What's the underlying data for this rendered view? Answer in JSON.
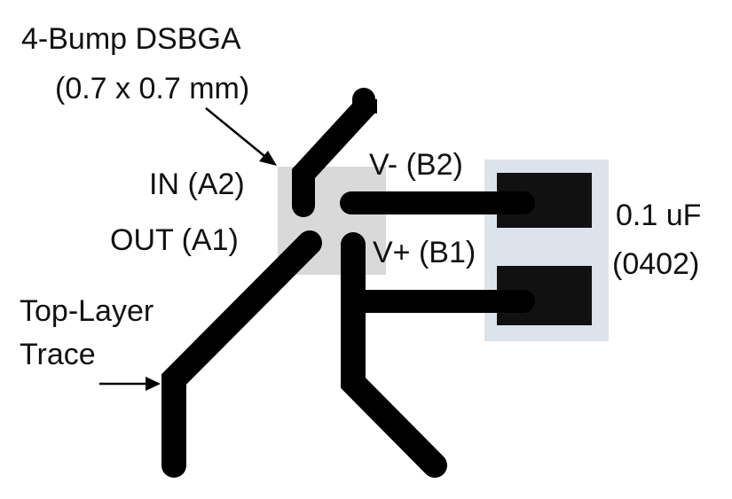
{
  "package_label": {
    "line1": "4-Bump DSBGA",
    "line2": "(0.7 x 0.7 mm)"
  },
  "pins": {
    "in": "IN (A2)",
    "out": "OUT (A1)",
    "vminus": "V- (B2)",
    "vplus": "V+ (B1)"
  },
  "capacitor_label": {
    "line1": "0.1 uF",
    "line2": "(0402)"
  },
  "trace_label": {
    "line1": "Top-Layer",
    "line2": "Trace"
  },
  "colors": {
    "package_fill": "#d9d9d9",
    "capacitor_body": "#dde3ea",
    "trace": "#000000",
    "pad": "#111111"
  }
}
